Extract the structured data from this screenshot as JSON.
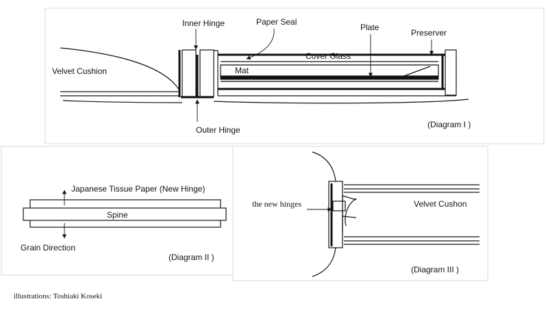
{
  "diagram1": {
    "caption": "(Diagram I )",
    "labels": {
      "inner_hinge": "Inner Hinge",
      "paper_seal": "Paper Seal",
      "plate": "Plate",
      "preserver": "Preserver",
      "cover_glass": "Cover Glass",
      "velvet_cushion": "Velvet Cushion",
      "mat": "Mat",
      "outer_hinge": "Outer Hinge"
    }
  },
  "diagram2": {
    "caption": "(Diagram II )",
    "labels": {
      "tissue": "Japanese Tissue Paper (New Hinge)",
      "spine": "Spine",
      "grain": "Grain Direction"
    }
  },
  "diagram3": {
    "caption": "(Diagram  III )",
    "labels": {
      "new_hinges": "the  new  hinges",
      "velvet": "Velvet Cushon"
    }
  },
  "credit": "illustrations: Toshiaki Koseki"
}
